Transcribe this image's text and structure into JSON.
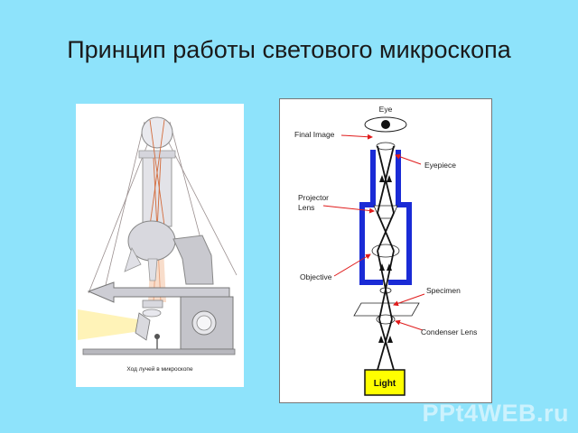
{
  "slide": {
    "title": "Принцип работы светового микроскопа"
  },
  "left_diagram": {
    "caption": "Ход лучей в микроскопе"
  },
  "right_diagram": {
    "labels": {
      "eye": "Eye",
      "final_image": "Final Image",
      "eyepiece": "Eyepiece",
      "projector_lens_line1": "Projector",
      "projector_lens_line2": "Lens",
      "objective": "Objective",
      "specimen": "Specimen",
      "condenser_lens": "Condenser Lens",
      "light": "Light"
    },
    "colors": {
      "tube": "#1a2bd6",
      "arrow": "#e01b1b",
      "light_box": "#ffff00"
    }
  },
  "watermark": {
    "text": "PPt4WEB.ru"
  }
}
